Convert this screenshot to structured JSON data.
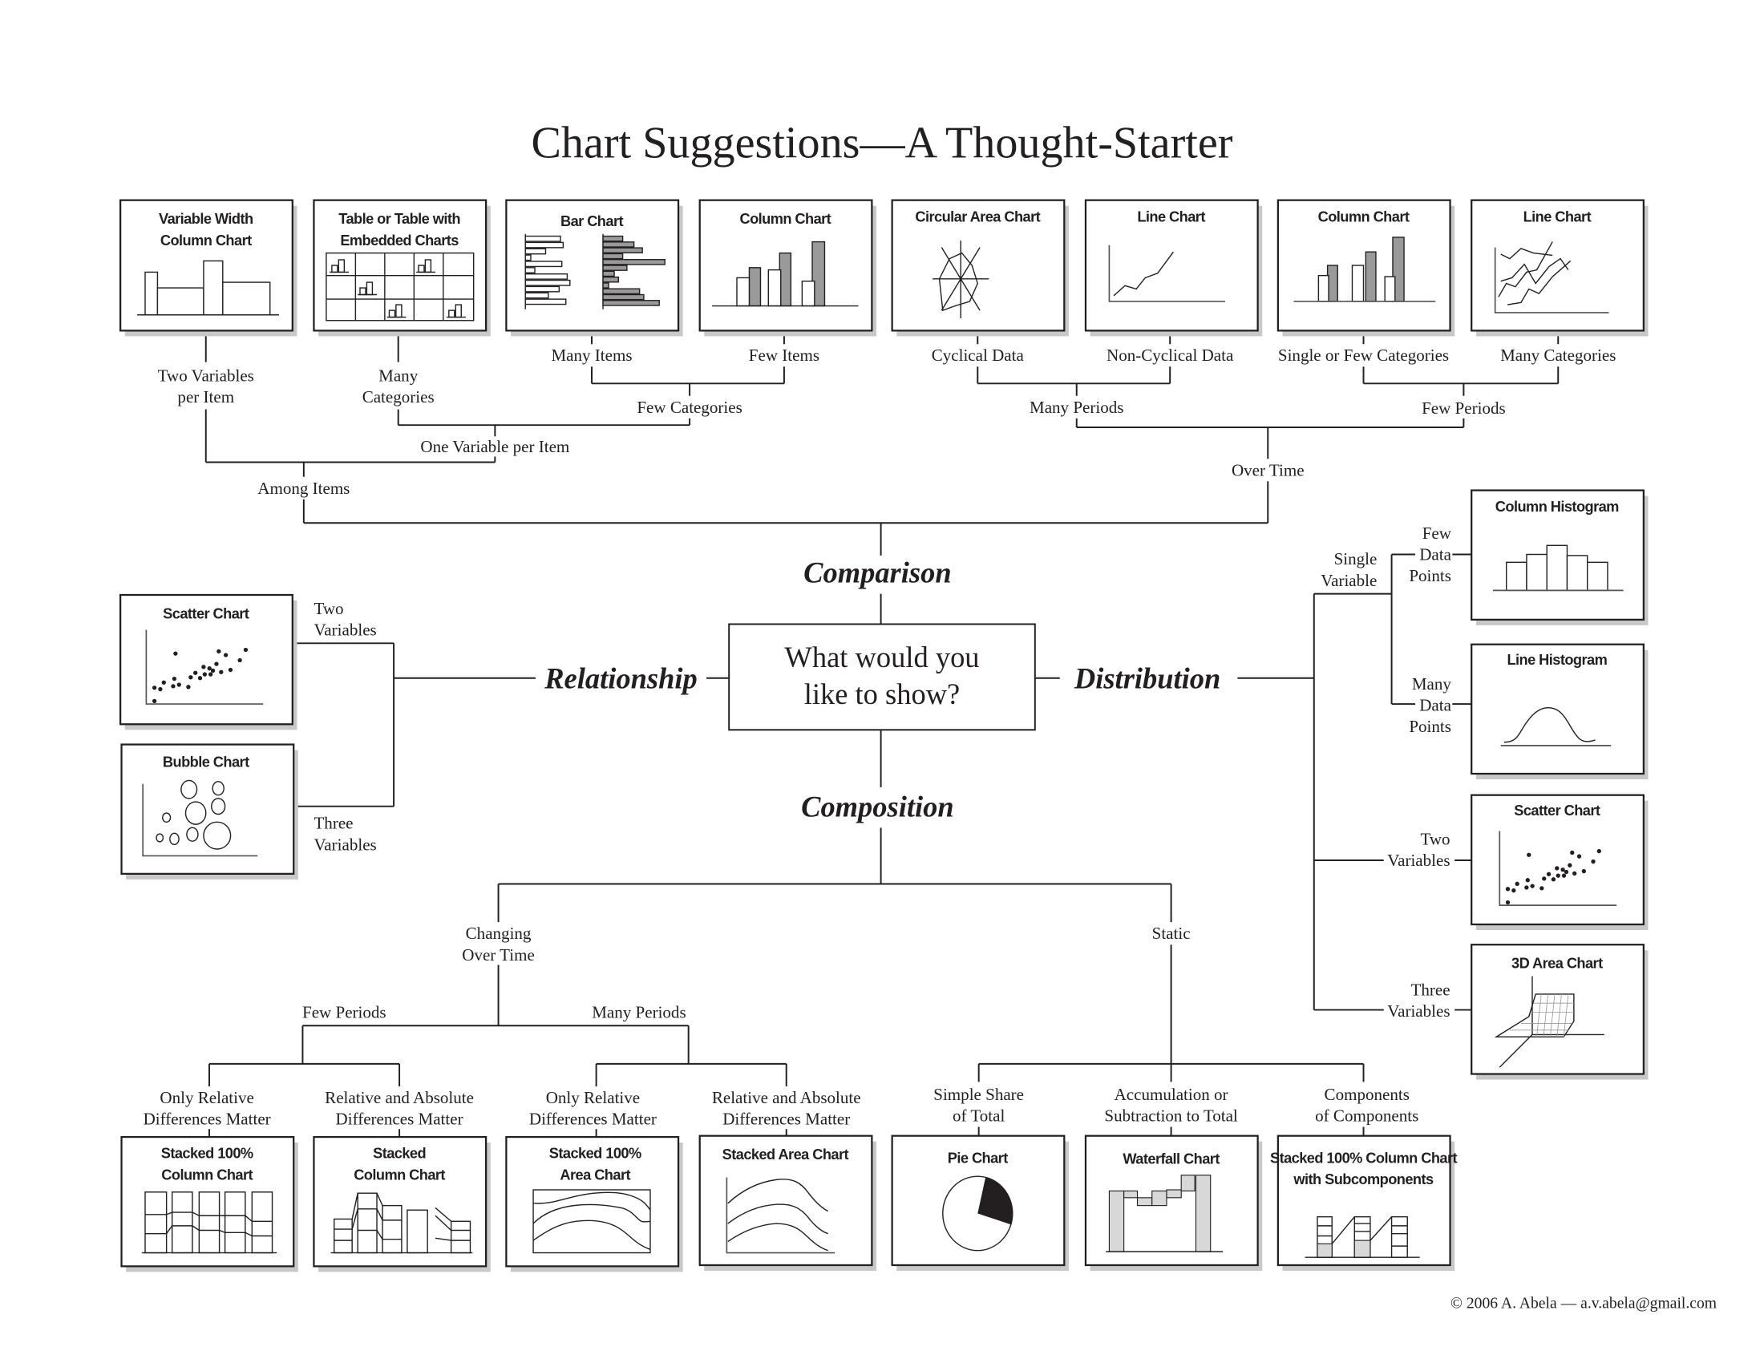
{
  "title": "Chart Suggestions—A Thought-Starter",
  "center_question": [
    "What would you",
    "like to show?"
  ],
  "categories": {
    "comparison": "Comparison",
    "relationship": "Relationship",
    "distribution": "Distribution",
    "composition": "Composition"
  },
  "comparison": {
    "branches": {
      "among_items": "Among Items",
      "over_time": "Over Time",
      "two_variables_per_item": [
        "Two Variables",
        "per Item"
      ],
      "one_variable_per_item": "One Variable per Item",
      "many_categories": [
        "Many",
        "Categories"
      ],
      "few_categories": "Few Categories",
      "many_items": "Many Items",
      "few_items": "Few Items",
      "many_periods": "Many Periods",
      "few_periods": "Few Periods",
      "cyclical_data": "Cyclical Data",
      "non_cyclical_data": "Non-Cyclical Data",
      "single_or_few_categories": "Single or Few Categories",
      "many_categories_time": "Many Categories"
    },
    "charts": [
      {
        "title": [
          "Variable Width",
          "Column Chart"
        ],
        "icon": "variable-width-column-chart-icon"
      },
      {
        "title": [
          "Table or Table with",
          "Embedded Charts"
        ],
        "icon": "table-embedded-charts-icon"
      },
      {
        "title": [
          "Bar Chart"
        ],
        "icon": "bar-chart-icon"
      },
      {
        "title": [
          "Column Chart"
        ],
        "icon": "column-chart-icon"
      },
      {
        "title": [
          "Circular Area Chart"
        ],
        "icon": "circular-area-chart-icon"
      },
      {
        "title": [
          "Line Chart"
        ],
        "icon": "line-chart-icon"
      },
      {
        "title": [
          "Column Chart"
        ],
        "icon": "column-chart-icon"
      },
      {
        "title": [
          "Line Chart"
        ],
        "icon": "multi-line-chart-icon"
      }
    ]
  },
  "relationship": {
    "branches": {
      "two_variables": [
        "Two",
        "Variables"
      ],
      "three_variables": [
        "Three",
        "Variables"
      ]
    },
    "charts": [
      {
        "title": [
          "Scatter Chart"
        ],
        "icon": "scatter-chart-icon"
      },
      {
        "title": [
          "Bubble Chart"
        ],
        "icon": "bubble-chart-icon"
      }
    ]
  },
  "distribution": {
    "branches": {
      "single_variable": [
        "Single",
        "Variable"
      ],
      "few_data_points": [
        "Few",
        "Data",
        "Points"
      ],
      "many_data_points": [
        "Many",
        "Data",
        "Points"
      ],
      "two_variables": [
        "Two",
        "Variables"
      ],
      "three_variables": [
        "Three",
        "Variables"
      ]
    },
    "charts": [
      {
        "title": [
          "Column Histogram"
        ],
        "icon": "column-histogram-icon"
      },
      {
        "title": [
          "Line Histogram"
        ],
        "icon": "line-histogram-icon"
      },
      {
        "title": [
          "Scatter Chart"
        ],
        "icon": "scatter-chart-icon"
      },
      {
        "title": [
          "3D Area Chart"
        ],
        "icon": "3d-area-chart-icon"
      }
    ]
  },
  "composition": {
    "branches": {
      "changing_over_time": [
        "Changing",
        "Over Time"
      ],
      "static": "Static",
      "few_periods": "Few Periods",
      "many_periods": "Many Periods",
      "only_relative_1": [
        "Only Relative",
        "Differences Matter"
      ],
      "relative_absolute_1": [
        "Relative and Absolute",
        "Differences Matter"
      ],
      "only_relative_2": [
        "Only Relative",
        "Differences Matter"
      ],
      "relative_absolute_2": [
        "Relative and Absolute",
        "Differences Matter"
      ],
      "simple_share": [
        "Simple Share",
        "of Total"
      ],
      "accumulation": [
        "Accumulation or",
        "Subtraction to Total"
      ],
      "components": [
        "Components",
        "of Components"
      ]
    },
    "charts": [
      {
        "title": [
          "Stacked 100%",
          "Column Chart"
        ],
        "icon": "stacked-100-column-chart-icon"
      },
      {
        "title": [
          "Stacked",
          "Column Chart"
        ],
        "icon": "stacked-column-chart-icon"
      },
      {
        "title": [
          "Stacked 100%",
          "Area Chart"
        ],
        "icon": "stacked-100-area-chart-icon"
      },
      {
        "title": [
          "Stacked Area Chart"
        ],
        "icon": "stacked-area-chart-icon"
      },
      {
        "title": [
          "Pie Chart"
        ],
        "icon": "pie-chart-icon"
      },
      {
        "title": [
          "Waterfall Chart"
        ],
        "icon": "waterfall-chart-icon"
      },
      {
        "title": [
          "Stacked 100% Column Chart",
          "with Subcomponents"
        ],
        "icon": "stacked-100-column-subcomponents-icon"
      }
    ]
  },
  "footer": "© 2006  A. Abela — a.v.abela@gmail.com",
  "colors": {
    "ink": "#231f20",
    "shadow": "#c8c8c8",
    "fill_gray": "#9a9a9a",
    "fill_light": "#d8d8d8",
    "background": "#ffffff"
  }
}
